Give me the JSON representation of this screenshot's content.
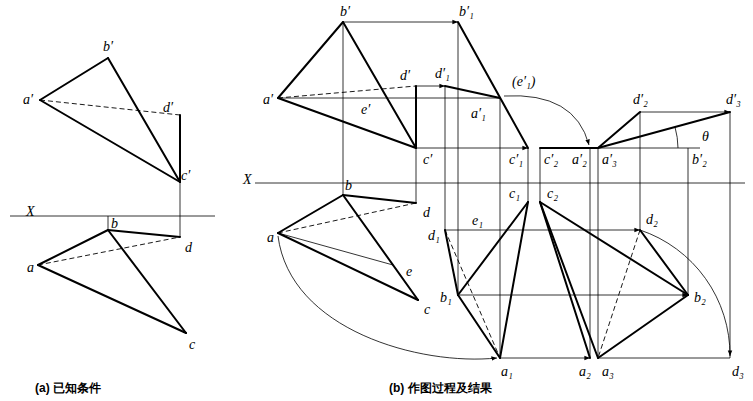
{
  "diagram": {
    "labels": [
      "b′",
      "a′",
      "d′",
      "c′",
      "X",
      "b",
      "a",
      "d",
      "c",
      "(a) 已知条件",
      "b′",
      "b′₁",
      "a′",
      "d′",
      "d′₁",
      "e′",
      "(e′₁)",
      "a′₁",
      "c′",
      "c′₁",
      "c′₂",
      "a′₂",
      "a′₃",
      "d′₂",
      "d′₃",
      "θ",
      "b′₂",
      "X",
      "c₁",
      "c₂",
      "a",
      "b",
      "d",
      "d₁",
      "e₁",
      "e",
      "b₁",
      "c",
      "d₂",
      "b₂",
      "a₁",
      "a₂",
      "a₃",
      "d₃",
      "(b) 作图过程及结果"
    ]
  }
}
